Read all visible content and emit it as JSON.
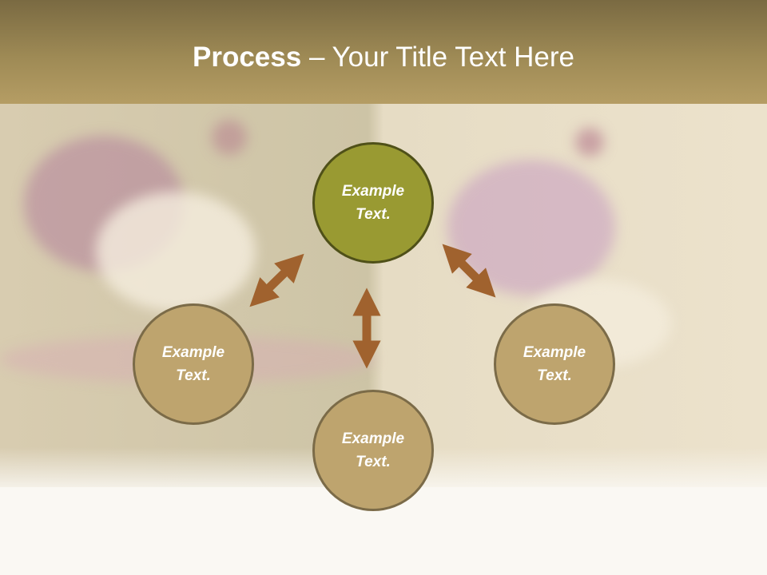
{
  "slide": {
    "title_bold": "Process",
    "title_rest": " – Your Title Text Here"
  },
  "nodes": [
    {
      "label_line1": "Example",
      "label_line2": "Text.",
      "color": "#999a32"
    },
    {
      "label_line1": "Example",
      "label_line2": "Text.",
      "color": "#bea46e"
    },
    {
      "label_line1": "Example",
      "label_line2": "Text.",
      "color": "#bea46e"
    },
    {
      "label_line1": "Example",
      "label_line2": "Text.",
      "color": "#bea46e"
    }
  ],
  "colors": {
    "arrow": "#a0622e",
    "header": "#9e8a55"
  }
}
